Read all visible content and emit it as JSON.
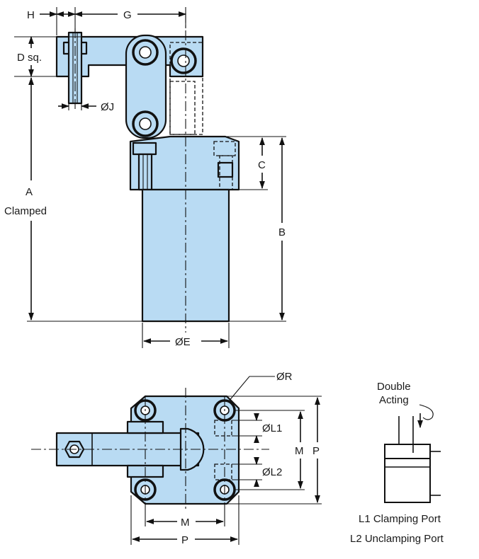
{
  "front_view": {
    "labels": {
      "H": "H",
      "G": "G",
      "D": "D sq.",
      "J": "ØJ",
      "A1": "A",
      "A2": "Clamped",
      "C": "C",
      "B": "B",
      "E": "ØE"
    }
  },
  "top_view": {
    "labels": {
      "R": "ØR",
      "L1": "ØL1",
      "L2": "ØL2",
      "M_right": "M",
      "P_right": "P",
      "M_bottom": "M",
      "P_bottom": "P"
    }
  },
  "schematic": {
    "title_line1": "Double",
    "title_line2": "Acting",
    "legend_line1": "L1 Clamping Port",
    "legend_line2": "L2 Unclamping Port"
  },
  "colors": {
    "part_fill": "#b9dbf3",
    "outline": "#111111"
  }
}
